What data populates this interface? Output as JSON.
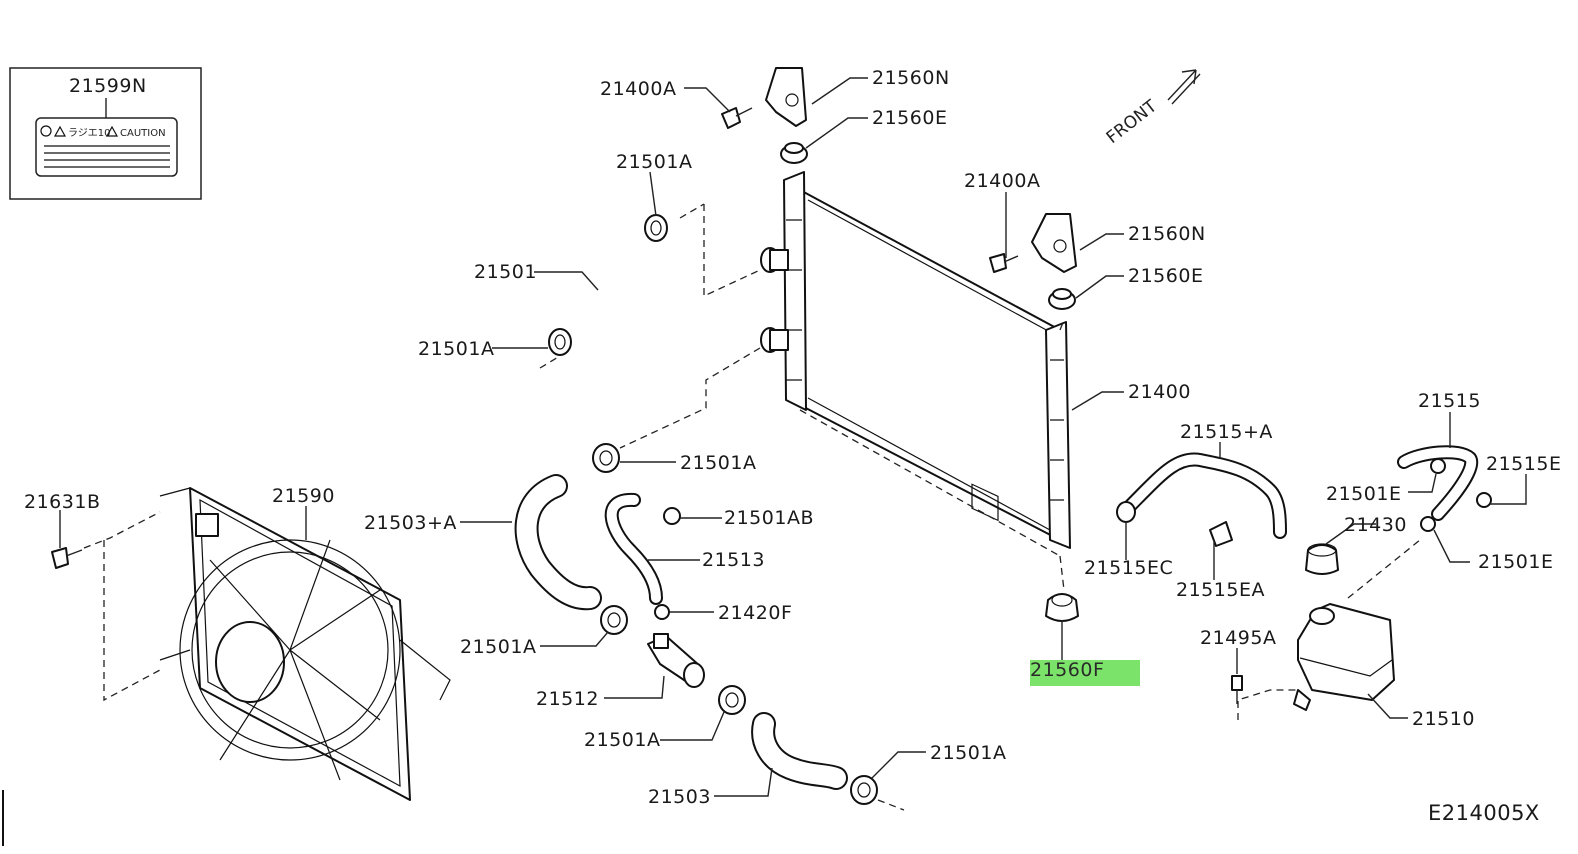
{
  "diagram": {
    "code": "E214005X",
    "front_label": "FRONT",
    "highlight_color": "#7CE36A",
    "caption_box": {
      "part": "21599N",
      "label_text": "CAUTION",
      "label_kanji": "ラジエ10"
    },
    "parts": {
      "p21400A_top": "21400A",
      "p21560N_top": "21560N",
      "p21560E_top": "21560E",
      "p21501A_1": "21501A",
      "p21400A_right": "21400A",
      "p21560N_right": "21560N",
      "p21501": "21501",
      "p21560E_right": "21560E",
      "p21501A_2": "21501A",
      "p21400": "21400",
      "p21515": "21515",
      "p21515A": "21515+A",
      "p21501A_3": "21501A",
      "p21515E": "21515E",
      "p21631B": "21631B",
      "p21590": "21590",
      "p21501E_1": "21501E",
      "p21503A": "21503+A",
      "p21501AB": "21501AB",
      "p21430": "21430",
      "p21513": "21513",
      "p21515EC": "21515EC",
      "p21501E_2": "21501E",
      "p21515EA": "21515EA",
      "p21420F": "21420F",
      "p21495A": "21495A",
      "p21501A_4": "21501A",
      "p21560F": "21560F",
      "p21512": "21512",
      "p21510": "21510",
      "p21501A_5": "21501A",
      "p21501A_6": "21501A",
      "p21503": "21503"
    }
  }
}
